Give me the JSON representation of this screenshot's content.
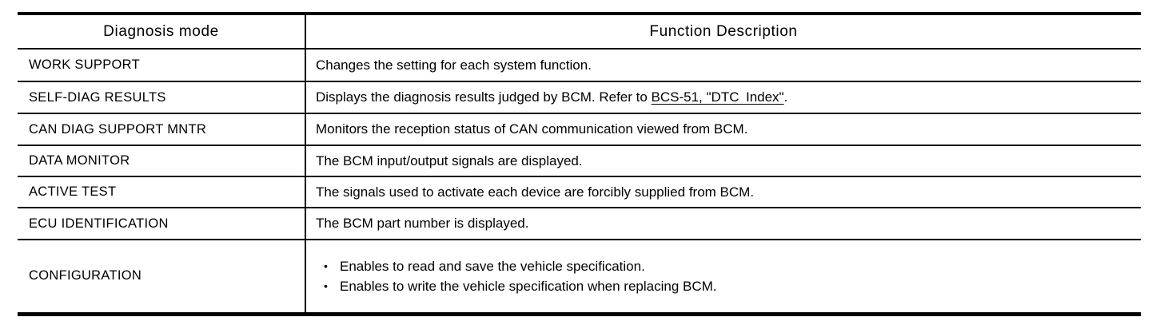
{
  "colors": {
    "border": "#000000",
    "text": "#000000",
    "background": "#ffffff"
  },
  "icons": {
    "bullet_icon": "•"
  },
  "table": {
    "columns": [
      {
        "label": "Diagnosis mode"
      },
      {
        "label": "Function Description"
      }
    ],
    "rows": [
      {
        "mode": "WORK SUPPORT",
        "description": "Changes the setting for each system function."
      },
      {
        "mode": "SELF-DIAG RESULTS",
        "description_prefix": "Displays the diagnosis results judged by BCM. Refer to ",
        "link": "BCS-51, \"DTC Index\"",
        "description_suffix": "."
      },
      {
        "mode": "CAN DIAG SUPPORT MNTR",
        "description": "Monitors the reception status of CAN communication viewed from BCM."
      },
      {
        "mode": "DATA MONITOR",
        "description": "The BCM input/output signals are displayed."
      },
      {
        "mode": "ACTIVE TEST",
        "description": "The signals used to activate each device are forcibly supplied from BCM."
      },
      {
        "mode": "ECU IDENTIFICATION",
        "description": "The BCM part number is displayed."
      },
      {
        "mode": "CONFIGURATION",
        "bullets": [
          "Enables to read and save the vehicle specification.",
          "Enables to write the vehicle specification when replacing BCM."
        ]
      }
    ]
  }
}
